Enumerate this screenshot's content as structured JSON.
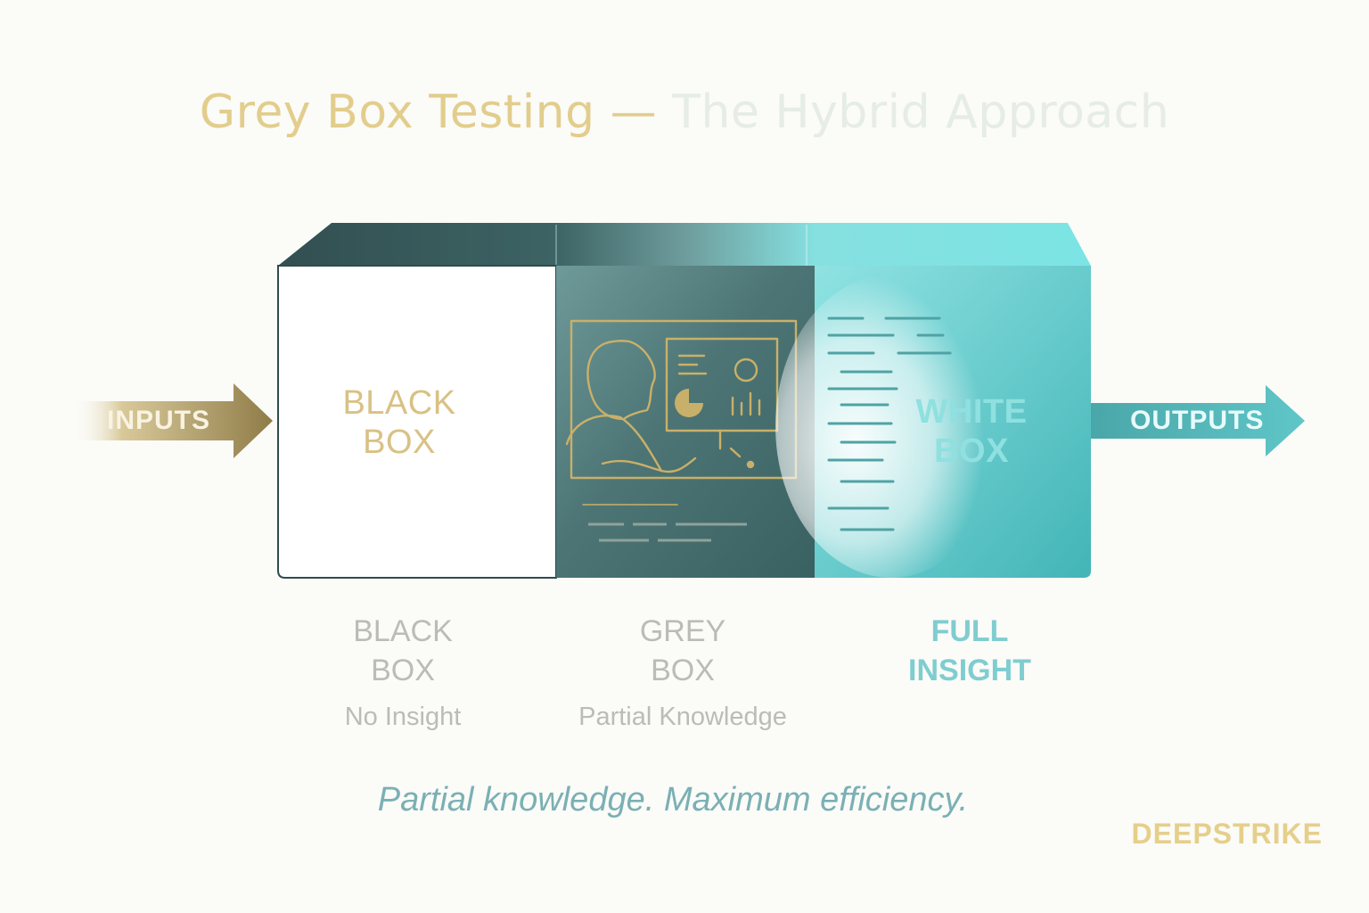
{
  "title": {
    "part1": "Grey Box Testing —",
    "part2": " The Hybrid Approach"
  },
  "inputs_label": "INPUTS",
  "outputs_label": "OUTPUTS",
  "black_box": {
    "label_line1": "BLACK",
    "label_line2": "BOX"
  },
  "white_box": {
    "label_line1": "WHITE",
    "label_line2": "BOX"
  },
  "captions": {
    "black": {
      "line1": "BLACK",
      "line2": "BOX",
      "sub": "No Insight"
    },
    "grey": {
      "line1": "GREY",
      "line2": "BOX",
      "sub": "Partial Knowledge"
    },
    "white": {
      "line1": "FULL",
      "line2": "INSIGHT"
    }
  },
  "tagline": "Partial knowledge. Maximum efficiency.",
  "brand": "DEEPSTRIKE",
  "colors": {
    "gold": "#c9b06a",
    "teal": "#52c4c6",
    "dark_teal": "#3e6565",
    "grey_text": "#bcbcb6"
  },
  "icons": [
    "person-at-computer-icon",
    "code-lines-icon"
  ]
}
